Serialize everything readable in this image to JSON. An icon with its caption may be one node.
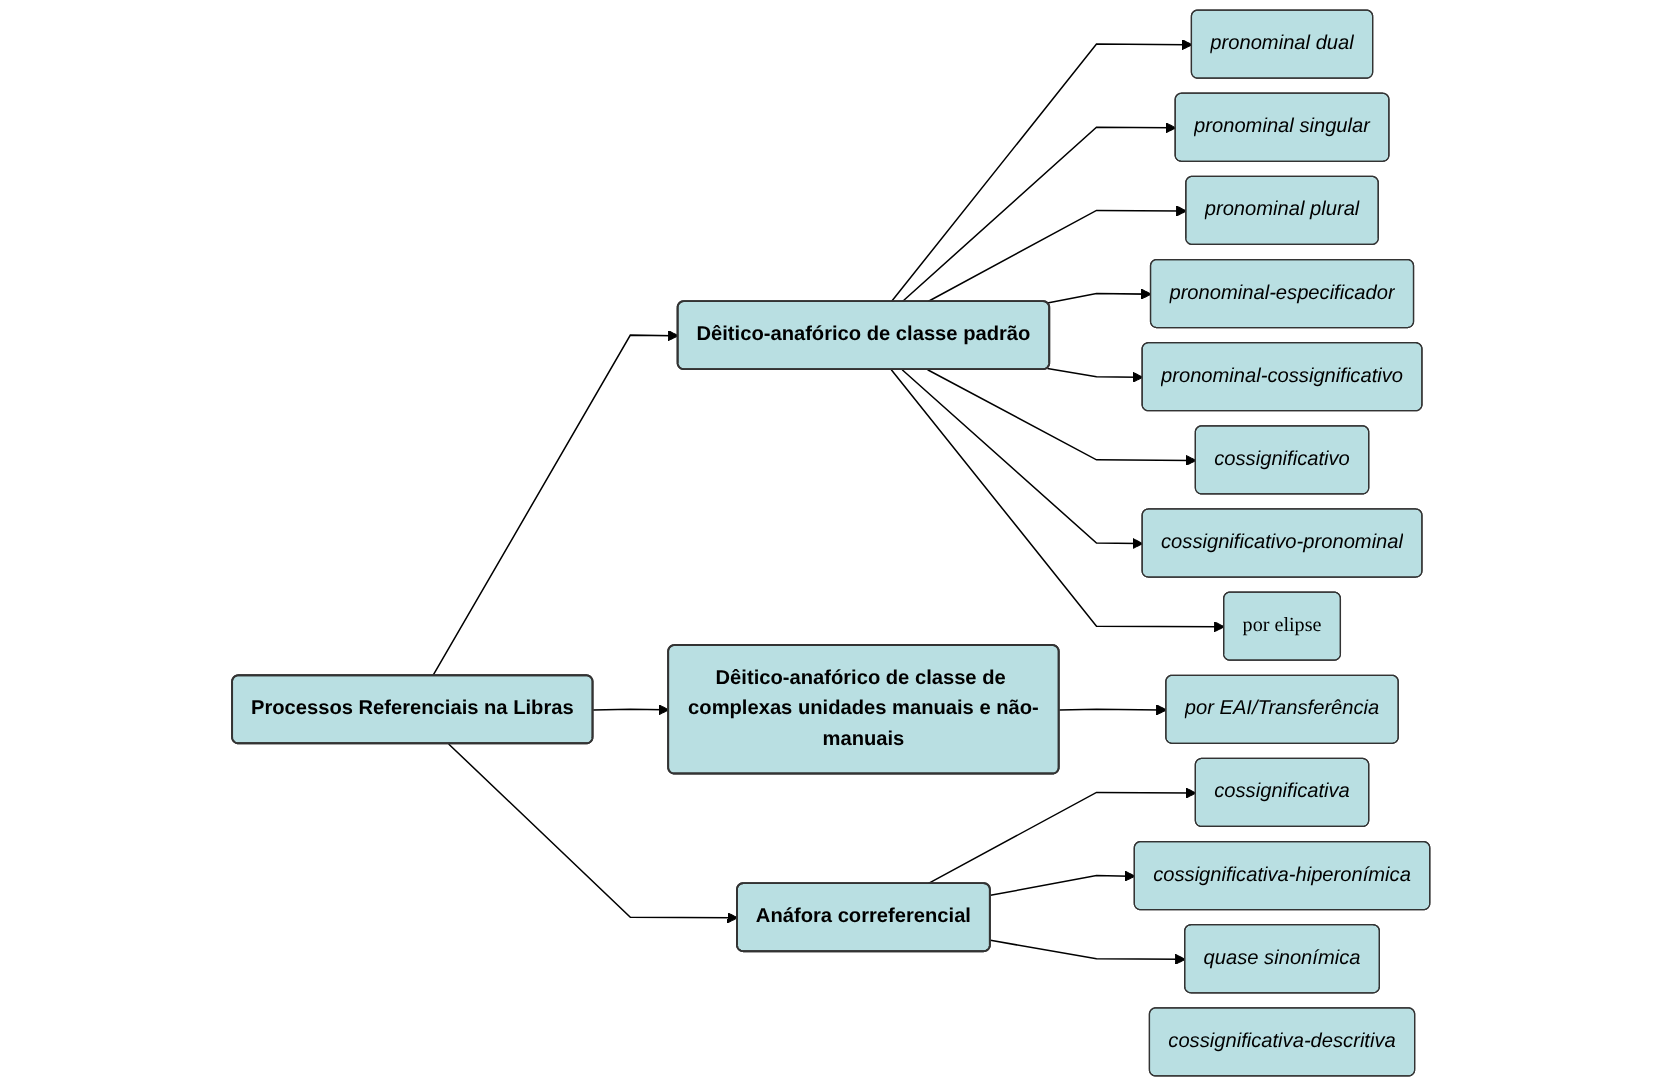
{
  "diagram": {
    "nodes": [
      {
        "text": [
          "Processos Referenciais na Libras"
        ]
      },
      {
        "text": [
          "Dêitico-anafórico de classe padrão"
        ]
      },
      {
        "text": [
          "Dêitico-anafórico de classe de complexas unidades manuais e não-manuais"
        ]
      },
      {
        "text": [
          "Anáfora correferencial"
        ]
      },
      {
        "text": [
          "pronominal dual"
        ]
      },
      {
        "text": [
          "pronominal singular"
        ]
      },
      {
        "text": [
          "pronominal plural"
        ]
      },
      {
        "text": [
          "pronominal-especificador"
        ]
      },
      {
        "text": [
          "pronominal-cossignificativo"
        ]
      },
      {
        "text": [
          "cossignificativo"
        ]
      },
      {
        "text": [
          "cossignificativo-pronominal"
        ]
      },
      {
        "text": [
          "por elipse"
        ]
      },
      {
        "text": [
          "por EAI/Transferência"
        ]
      },
      {
        "text": [
          "cossignificativa"
        ]
      },
      {
        "text": [
          "cossignificativa-hiperonímica"
        ]
      },
      {
        "text": [
          "cossignificativa-descritiva"
        ]
      },
      {
        "text": [
          "quase sinonímica"
        ]
      }
    ],
    "edges": [
      {
        "from": 0,
        "to": 1,
        "arrow": "to"
      },
      {
        "from": 0,
        "to": 2,
        "arrow": "to"
      },
      {
        "from": 0,
        "to": 3,
        "arrow": "to"
      },
      {
        "from": 1,
        "to": 4,
        "arrow": "to"
      },
      {
        "from": 1,
        "to": 5,
        "arrow": "to"
      },
      {
        "from": 1,
        "to": 6,
        "arrow": "to"
      },
      {
        "from": 1,
        "to": 7,
        "arrow": "to"
      },
      {
        "from": 1,
        "to": 8,
        "arrow": "to"
      },
      {
        "from": 1,
        "to": 9,
        "arrow": "to"
      },
      {
        "from": 1,
        "to": 10,
        "arrow": "to"
      },
      {
        "from": 1,
        "to": 11,
        "arrow": "to"
      },
      {
        "from": 2,
        "to": 12,
        "arrow": "to"
      },
      {
        "from": 3,
        "to": 13,
        "arrow": "to"
      },
      {
        "from": 3,
        "to": 14,
        "arrow": "to"
      },
      {
        "from": 3,
        "to": 16,
        "arrow": "to"
      }
    ]
  }
}
